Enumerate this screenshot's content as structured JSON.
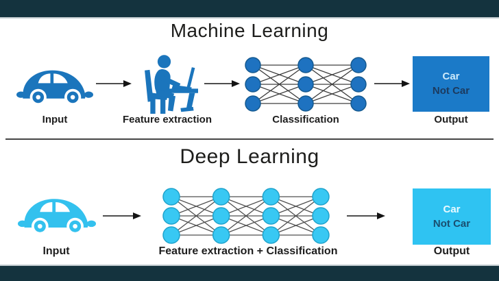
{
  "page": {
    "bar_color": "#14333e"
  },
  "sections": [
    {
      "id": "machine-learning",
      "title": "Machine Learning",
      "icon_color": "#1b75bc",
      "labels": {
        "input": "Input",
        "feature": "Feature extraction",
        "classification": "Classification",
        "output": "Output"
      },
      "network": {
        "columns": 3,
        "rows": 3,
        "node_color": "#1e72c0",
        "node_stroke": "#15598f",
        "edge_color": "#3d3d3d"
      },
      "output_box": {
        "line1": "Car",
        "line2": "Not Car",
        "bg": "#1b7ac8",
        "line1_color": "#cdeafb",
        "line2_color": "#1c3a5e"
      }
    },
    {
      "id": "deep-learning",
      "title": "Deep Learning",
      "icon_color": "#33c1ee",
      "labels": {
        "input": "Input",
        "feature_classification": "Feature extraction + Classification",
        "output": "Output"
      },
      "network": {
        "columns": 4,
        "rows": 3,
        "node_color": "#38c8f3",
        "node_stroke": "#1fa3cc",
        "edge_color": "#4f4f4f"
      },
      "output_box": {
        "line1": "Car",
        "line2": "Not Car",
        "bg": "#2fc3f2",
        "line1_color": "#eafaff",
        "line2_color": "#1a4f70"
      }
    }
  ],
  "arrow_color": "#141414"
}
